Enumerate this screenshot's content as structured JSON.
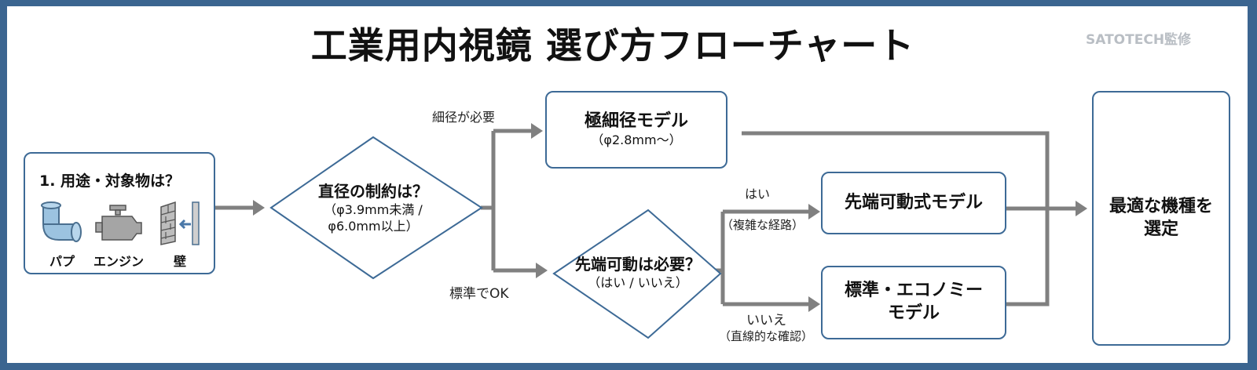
{
  "header": {
    "title": "工業用内視鏡 選び方フローチャート",
    "watermark": "SATOTECH監修"
  },
  "start_node": {
    "title": "1. 用途・対象物は？",
    "examples": [
      {
        "icon": "pipe-icon",
        "label": "パプ"
      },
      {
        "icon": "engine-icon",
        "label": "エンジン"
      },
      {
        "icon": "wall-icon",
        "label": "壁"
      }
    ]
  },
  "decision_diameter": {
    "question": "直径の制約は？",
    "detail_line1": "（φ3.9mm未満 /",
    "detail_line2": "φ6.0mm以上）"
  },
  "branch_labels": {
    "thin_required": "細径が必要",
    "standard_ok": "標準でOK",
    "yes": "はい",
    "yes_detail": "（複雑な経路）",
    "no": "いいえ",
    "no_detail": "（直線的な確認）"
  },
  "result_ultra_thin": {
    "name": "極細径モデル",
    "spec": "（φ2.8mm～）"
  },
  "decision_articulation": {
    "question": "先端可動は必要？",
    "detail": "（はい / いいえ）"
  },
  "result_articulating": {
    "name": "先端可動式モデル"
  },
  "result_standard": {
    "name_line1": "標準・エコノミー",
    "name_line2": "モデル"
  },
  "end_node": {
    "line1": "最適な機種を",
    "line2": "選定"
  },
  "colors": {
    "frame": "#3b6590",
    "node_border": "#3d6a96",
    "connector": "#808080",
    "watermark": "#b9bec4"
  }
}
